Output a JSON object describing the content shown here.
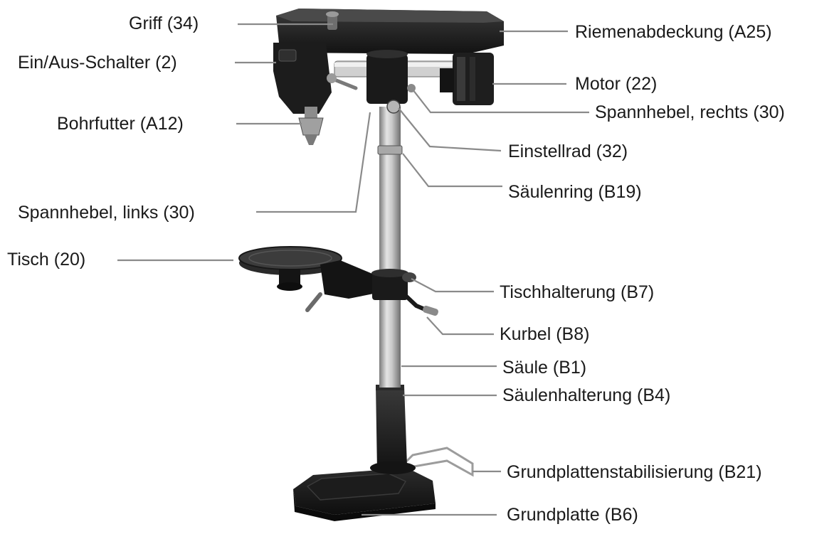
{
  "diagram": {
    "subject": "Säulenbohrmaschine",
    "colors": {
      "label_text": "#1a1a1a",
      "leader_line": "#8a8a8a",
      "machine_dark": "#151515",
      "machine_mid": "#2e2e2e",
      "column_light": "#d6d6d6",
      "column_shade": "#8f8f8f"
    },
    "labels": {
      "griff": "Griff (34)",
      "ein_aus_schalter": "Ein/Aus-Schalter (2)",
      "bohrfutter": "Bohrfutter (A12)",
      "spannhebel_links": "Spannhebel, links (30)",
      "tisch": "Tisch (20)",
      "riemenabdeckung": "Riemenabdeckung (A25)",
      "motor": "Motor (22)",
      "spannhebel_rechts": "Spannhebel, rechts (30)",
      "einstellrad": "Einstellrad (32)",
      "saeulenring": "Säulenring (B19)",
      "tischhalterung": "Tischhalterung (B7)",
      "kurbel": "Kurbel (B8)",
      "saeule": "Säule (B1)",
      "saeulenhalterung": "Säulenhalterung (B4)",
      "grundplattenstabilisierung": "Grundplattenstabilisierung (B21)",
      "grundplatte": "Grundplatte  (B6)"
    }
  }
}
